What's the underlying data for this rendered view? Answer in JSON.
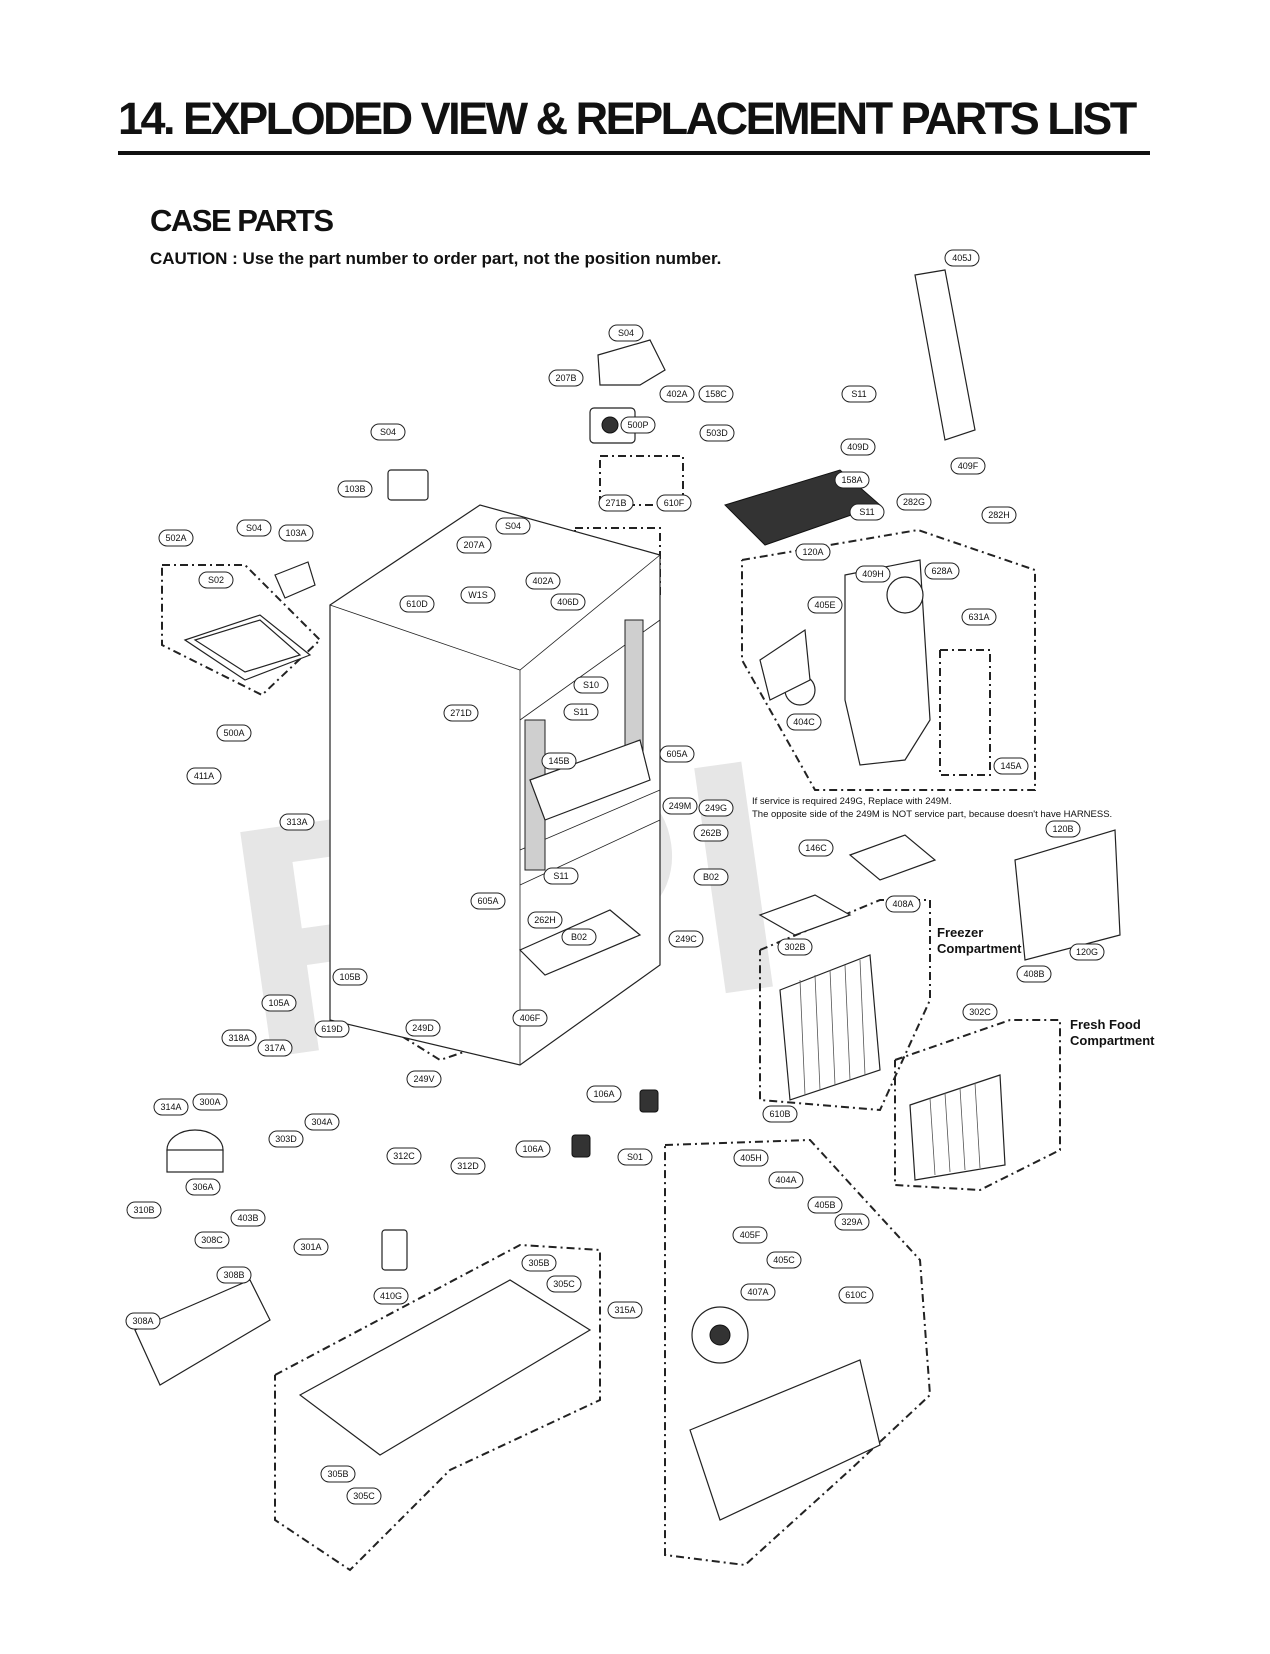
{
  "header": {
    "title": "14. EXPLODED VIEW & REPLACEMENT PARTS LIST",
    "subtitle": "CASE PARTS",
    "caution": "CAUTION : Use the part number to order part, not the position number."
  },
  "watermark": "RPI",
  "notes": {
    "line1": "If service is required 249G, Replace with 249M.",
    "line2": "The opposite side of the 249M is NOT service part, because doesn't have HARNESS."
  },
  "compartments": {
    "freezer_line1": "Freezer",
    "freezer_line2": "Compartment",
    "fresh_line1": "Fresh Food",
    "fresh_line2": "Compartment"
  },
  "callouts": [
    {
      "id": "405J",
      "label": "405J"
    },
    {
      "id": "S04a",
      "label": "S04"
    },
    {
      "id": "207B",
      "label": "207B"
    },
    {
      "id": "402Aa",
      "label": "402A"
    },
    {
      "id": "158C",
      "label": "158C"
    },
    {
      "id": "S11a",
      "label": "S11"
    },
    {
      "id": "500P",
      "label": "500P"
    },
    {
      "id": "503D",
      "label": "503D"
    },
    {
      "id": "409D",
      "label": "409D"
    },
    {
      "id": "409F",
      "label": "409F"
    },
    {
      "id": "S04b",
      "label": "S04"
    },
    {
      "id": "103B",
      "label": "103B"
    },
    {
      "id": "158A",
      "label": "158A"
    },
    {
      "id": "271B",
      "label": "271B"
    },
    {
      "id": "610F",
      "label": "610F"
    },
    {
      "id": "S11b",
      "label": "S11"
    },
    {
      "id": "282G",
      "label": "282G"
    },
    {
      "id": "282H",
      "label": "282H"
    },
    {
      "id": "502A",
      "label": "502A"
    },
    {
      "id": "S04c",
      "label": "S04"
    },
    {
      "id": "103A",
      "label": "103A"
    },
    {
      "id": "207A",
      "label": "207A"
    },
    {
      "id": "S04d",
      "label": "S04"
    },
    {
      "id": "120A",
      "label": "120A"
    },
    {
      "id": "S02",
      "label": "S02"
    },
    {
      "id": "W1S",
      "label": "W1S"
    },
    {
      "id": "402Ab",
      "label": "402A"
    },
    {
      "id": "409H",
      "label": "409H"
    },
    {
      "id": "628A",
      "label": "628A"
    },
    {
      "id": "610D",
      "label": "610D"
    },
    {
      "id": "406D",
      "label": "406D"
    },
    {
      "id": "405E",
      "label": "405E"
    },
    {
      "id": "631A",
      "label": "631A"
    },
    {
      "id": "S10",
      "label": "S10"
    },
    {
      "id": "271D",
      "label": "271D"
    },
    {
      "id": "404C",
      "label": "404C"
    },
    {
      "id": "S11c",
      "label": "S11"
    },
    {
      "id": "500A",
      "label": "500A"
    },
    {
      "id": "145B",
      "label": "145B"
    },
    {
      "id": "605Aa",
      "label": "605A"
    },
    {
      "id": "145A",
      "label": "145A"
    },
    {
      "id": "411A",
      "label": "411A"
    },
    {
      "id": "249M",
      "label": "249M"
    },
    {
      "id": "249G",
      "label": "249G"
    },
    {
      "id": "313A",
      "label": "313A"
    },
    {
      "id": "262B",
      "label": "262B"
    },
    {
      "id": "120B",
      "label": "120B"
    },
    {
      "id": "146C",
      "label": "146C"
    },
    {
      "id": "S11d",
      "label": "S11"
    },
    {
      "id": "B02a",
      "label": "B02"
    },
    {
      "id": "605Ab",
      "label": "605A"
    },
    {
      "id": "408A",
      "label": "408A"
    },
    {
      "id": "262H",
      "label": "262H"
    },
    {
      "id": "B02b",
      "label": "B02"
    },
    {
      "id": "249C",
      "label": "249C"
    },
    {
      "id": "302B",
      "label": "302B"
    },
    {
      "id": "120G",
      "label": "120G"
    },
    {
      "id": "105B",
      "label": "105B"
    },
    {
      "id": "408B",
      "label": "408B"
    },
    {
      "id": "105A",
      "label": "105A"
    },
    {
      "id": "406F",
      "label": "406F"
    },
    {
      "id": "302C",
      "label": "302C"
    },
    {
      "id": "249D",
      "label": "249D"
    },
    {
      "id": "619D",
      "label": "619D"
    },
    {
      "id": "318A",
      "label": "318A"
    },
    {
      "id": "317A",
      "label": "317A"
    },
    {
      "id": "249V",
      "label": "249V"
    },
    {
      "id": "106Aa",
      "label": "106A"
    },
    {
      "id": "314A",
      "label": "314A"
    },
    {
      "id": "300A",
      "label": "300A"
    },
    {
      "id": "610B",
      "label": "610B"
    },
    {
      "id": "304A",
      "label": "304A"
    },
    {
      "id": "303D",
      "label": "303D"
    },
    {
      "id": "106Ab",
      "label": "106A"
    },
    {
      "id": "S01",
      "label": "S01"
    },
    {
      "id": "405H",
      "label": "405H"
    },
    {
      "id": "312C",
      "label": "312C"
    },
    {
      "id": "312D",
      "label": "312D"
    },
    {
      "id": "404A",
      "label": "404A"
    },
    {
      "id": "306A",
      "label": "306A"
    },
    {
      "id": "310B",
      "label": "310B"
    },
    {
      "id": "405B",
      "label": "405B"
    },
    {
      "id": "403B",
      "label": "403B"
    },
    {
      "id": "329A",
      "label": "329A"
    },
    {
      "id": "308C",
      "label": "308C"
    },
    {
      "id": "405F",
      "label": "405F"
    },
    {
      "id": "301A",
      "label": "301A"
    },
    {
      "id": "405C",
      "label": "405C"
    },
    {
      "id": "305Ba",
      "label": "305B"
    },
    {
      "id": "308B",
      "label": "308B"
    },
    {
      "id": "305Ca",
      "label": "305C"
    },
    {
      "id": "407A",
      "label": "407A"
    },
    {
      "id": "610C",
      "label": "610C"
    },
    {
      "id": "315A",
      "label": "315A"
    },
    {
      "id": "410G",
      "label": "410G"
    },
    {
      "id": "308A",
      "label": "308A"
    },
    {
      "id": "305Bb",
      "label": "305B"
    },
    {
      "id": "305Cb",
      "label": "305C"
    }
  ]
}
